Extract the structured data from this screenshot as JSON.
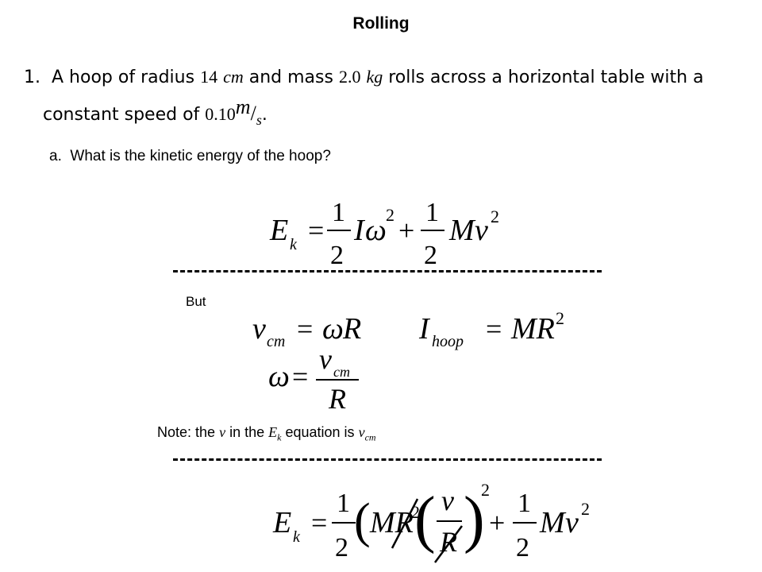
{
  "title": "Rolling",
  "problem": {
    "number": "1.",
    "text_1": "A hoop of radius",
    "radius_value": "14",
    "radius_unit": "cm",
    "text_2": "and mass",
    "mass_value": "2.0",
    "mass_unit": "kg",
    "text_3": "rolls across a horizontal table with a",
    "text_4": "constant speed of",
    "speed_value": "0.10",
    "speed_num": "m",
    "speed_den": "s",
    "period": "."
  },
  "question_a": {
    "letter": "a.",
    "text": "What is the kinetic energy of the hoop?"
  },
  "label_but": "But",
  "note": {
    "prefix": "Note:  the",
    "v": "v",
    "middle": "in the",
    "E": "E",
    "k": "k",
    "suffix": "equation is",
    "v2": "v",
    "cm": "cm"
  },
  "eq": {
    "E": "E",
    "k": "k",
    "eq": "=",
    "one": "1",
    "two": "2",
    "I": "I",
    "omega": "ω",
    "plus": "+",
    "M": "M",
    "v": "v",
    "sq": "2",
    "cm": "cm",
    "R": "R",
    "hoop": "hoop",
    "MR": "MR",
    "lparen": "(",
    "rparen": ")",
    "bigL": "(",
    "bigR": ")"
  }
}
